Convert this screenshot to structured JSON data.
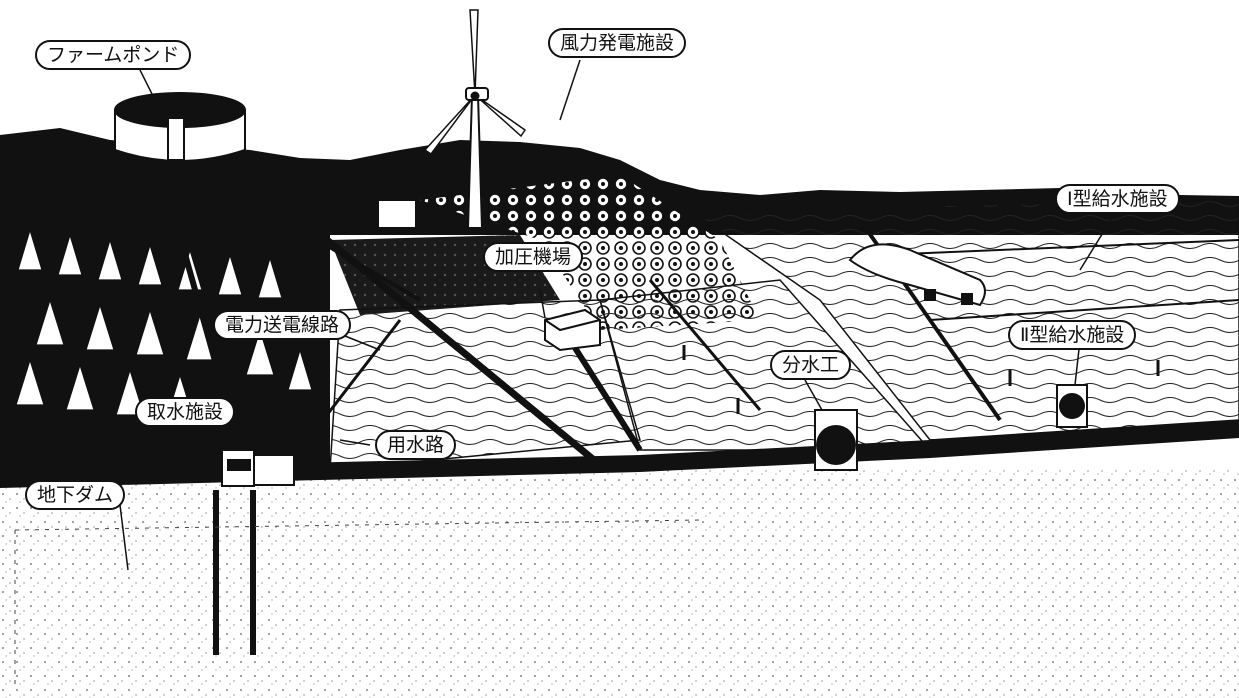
{
  "labels": {
    "farm_pond": "ファームポンド",
    "wind_power": "風力発電施設",
    "type1_supply": "Ⅰ型給水施設",
    "pressure_station": "加圧機場",
    "power_line": "電力送電線路",
    "water_division": "分水工",
    "type2_supply": "Ⅱ型給水施設",
    "intake": "取水施設",
    "canal": "用水路",
    "underground_dam": "地下ダム"
  },
  "colors": {
    "ink": "#111111",
    "paper": "#ffffff"
  }
}
